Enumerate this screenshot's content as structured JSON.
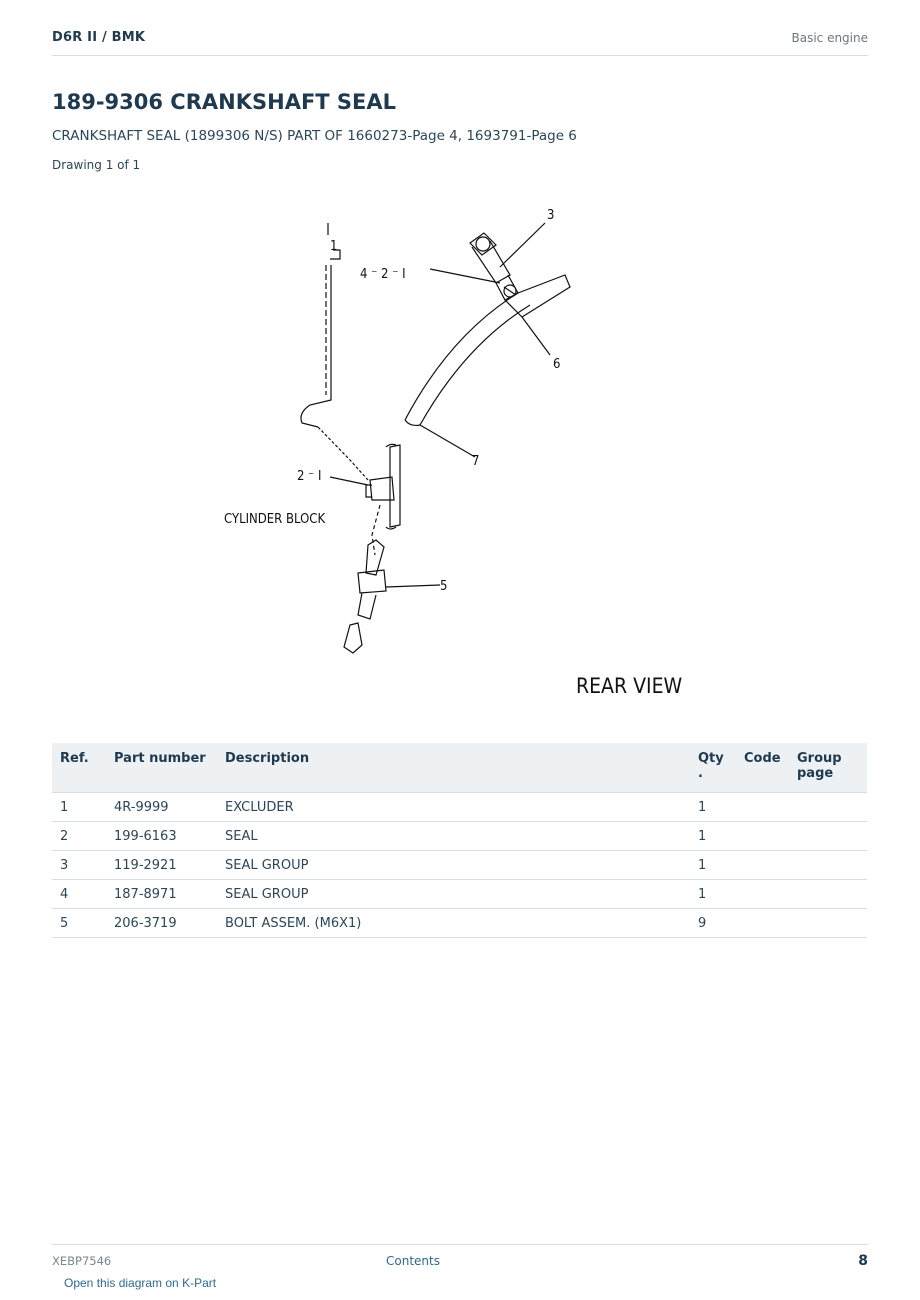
{
  "header": {
    "model": "D6R II  /  BMK",
    "section": "Basic engine"
  },
  "title": "189-9306 CRANKSHAFT SEAL",
  "subtitle": "CRANKSHAFT SEAL (1899306 N/S) PART OF 1660273-Page 4, 1693791-Page 6",
  "drawing_count": "Drawing 1 of 1",
  "diagram": {
    "labels": {
      "callout_1": "1",
      "callout_3": "3",
      "callout_4_2_1": "4 ⁻ 2 ⁻ I",
      "callout_6": "6",
      "callout_7": "7",
      "callout_2_1": "2 ⁻ I",
      "callout_5": "5",
      "cylinder_block": "CYLINDER BLOCK",
      "rear_view": "REAR  VIEW"
    }
  },
  "table": {
    "headers": {
      "ref": "Ref.",
      "part_number": "Part number",
      "description": "Description",
      "qty_line1": "Qty",
      "qty_line2": ".",
      "code": "Code",
      "group_page_line1": "Group",
      "group_page_line2": "page"
    },
    "rows": [
      {
        "ref": "1",
        "part_number": "4R-9999",
        "description": "EXCLUDER",
        "qty": "1",
        "code": "",
        "group_page": ""
      },
      {
        "ref": "2",
        "part_number": "199-6163",
        "description": "SEAL",
        "qty": "1",
        "code": "",
        "group_page": ""
      },
      {
        "ref": "3",
        "part_number": "119-2921",
        "description": "SEAL GROUP",
        "qty": "1",
        "code": "",
        "group_page": ""
      },
      {
        "ref": "4",
        "part_number": "187-8971",
        "description": "SEAL GROUP",
        "qty": "1",
        "code": "",
        "group_page": ""
      },
      {
        "ref": "5",
        "part_number": "206-3719",
        "description": "BOLT ASSEM. (M6X1)",
        "qty": "9",
        "code": "",
        "group_page": ""
      }
    ]
  },
  "footer": {
    "doc_number": "XEBP7546",
    "contents_link": "Contents",
    "page_number": "8"
  },
  "kpart_link": "Open this diagram on K-Part"
}
